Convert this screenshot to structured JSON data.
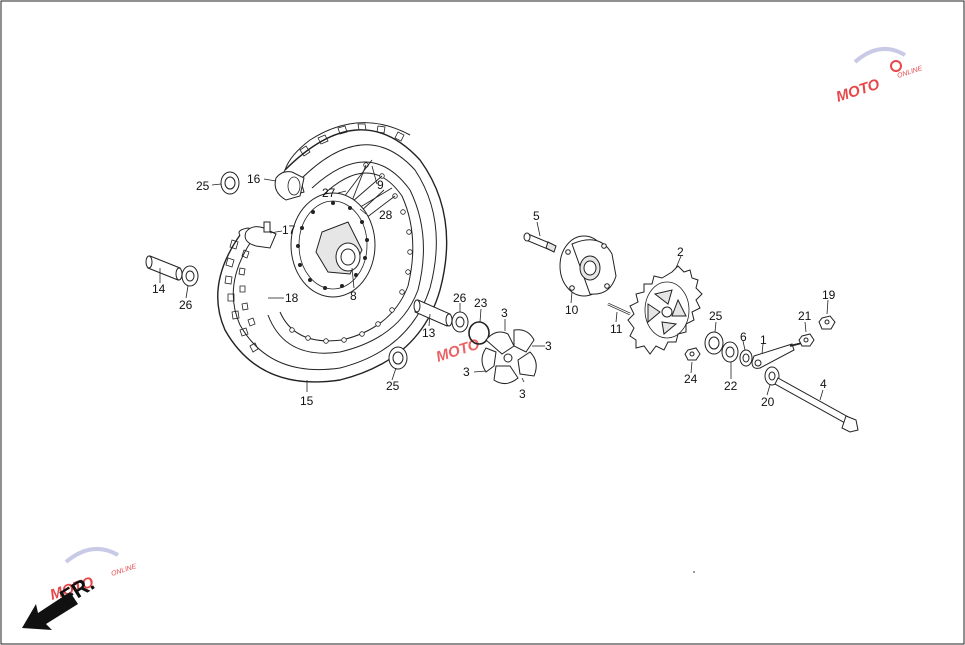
{
  "watermark": {
    "brand": "MOTO",
    "suffix": "ONLINE"
  },
  "direction": {
    "label": "FR."
  },
  "colors": {
    "watermark_red": "#e8474a",
    "watermark_blue": "#3a4aa8",
    "ink": "#222222"
  },
  "callouts": {
    "c1": "1",
    "c2": "2",
    "c3a": "3",
    "c3b": "3",
    "c3c": "3",
    "c3d": "3",
    "c4": "4",
    "c5": "5",
    "c6": "6",
    "c8": "8",
    "c9": "9",
    "c10": "10",
    "c11": "11",
    "c13": "13",
    "c14": "14",
    "c15": "15",
    "c16": "16",
    "c17": "17",
    "c18": "18",
    "c19": "19",
    "c20": "20",
    "c21": "21",
    "c22": "22",
    "c23": "23",
    "c24": "24",
    "c25a": "25",
    "c25b": "25",
    "c25c": "25",
    "c26a": "26",
    "c26b": "26",
    "c27": "27",
    "c28": "28"
  }
}
